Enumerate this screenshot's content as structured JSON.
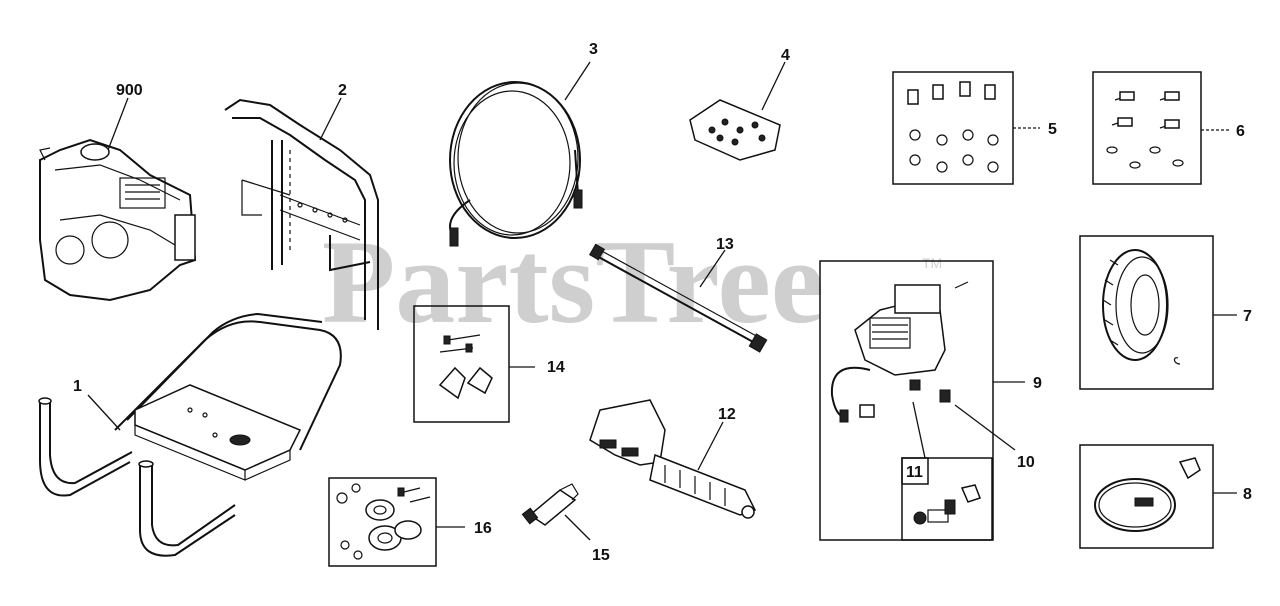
{
  "watermark": {
    "text": "PartsTree",
    "tm": "TM"
  },
  "callouts": {
    "c1": "1",
    "c2": "2",
    "c3": "3",
    "c4": "4",
    "c5": "5",
    "c6": "6",
    "c7": "7",
    "c8": "8",
    "c9": "9",
    "c10": "10",
    "c11": "11",
    "c12": "12",
    "c13": "13",
    "c14": "14",
    "c15": "15",
    "c16": "16",
    "c900": "900"
  }
}
